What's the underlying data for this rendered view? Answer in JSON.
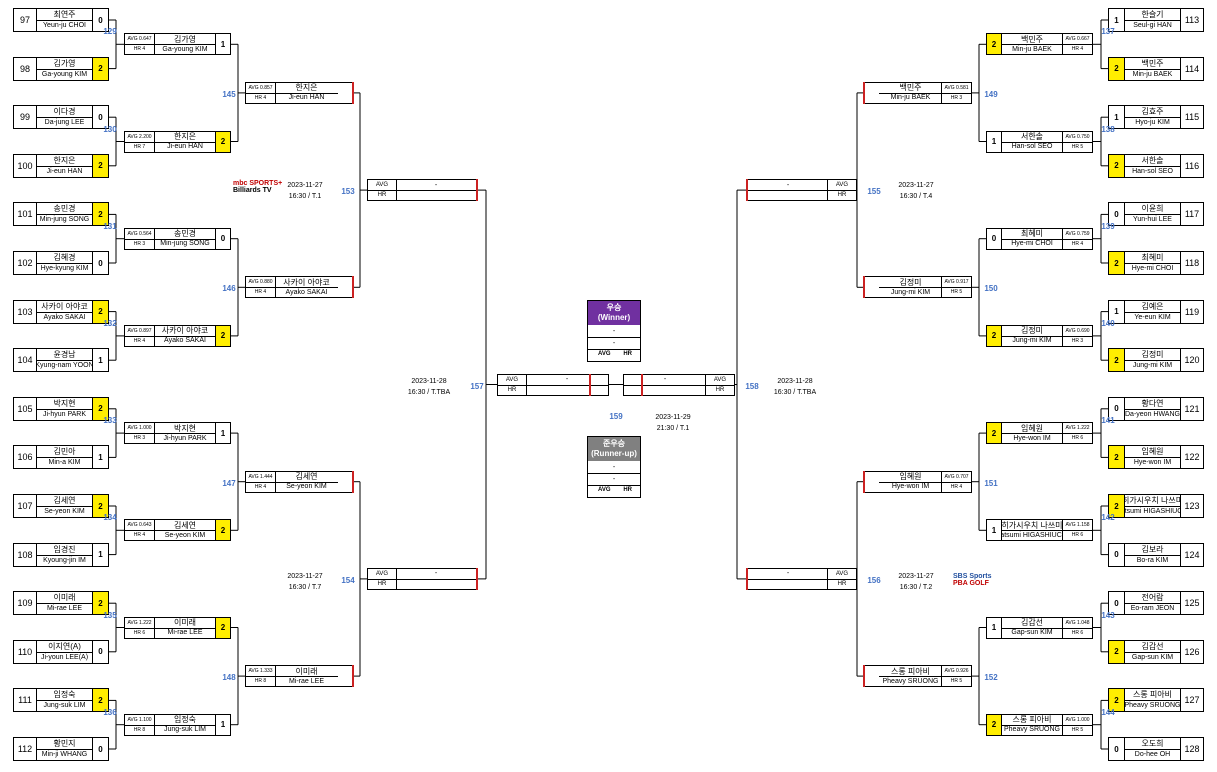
{
  "colors": {
    "win_highlight": "#ffee00",
    "match_number": "#4472c4",
    "winner_header": "#7030a0",
    "runner_up_header": "#808080",
    "advance_line": "#cc2222"
  },
  "stats": {
    "avg": "AVG",
    "hr": "HR",
    "dash": "-"
  },
  "players_left": [
    {
      "seed": "97",
      "kor": "최연주",
      "eng": "Yeun-ju CHOI",
      "score": "0",
      "win": false
    },
    {
      "seed": "98",
      "kor": "김가영",
      "eng": "Ga-young KIM",
      "score": "2",
      "win": true
    },
    {
      "seed": "99",
      "kor": "이다경",
      "eng": "Da-jung LEE",
      "score": "0",
      "win": false
    },
    {
      "seed": "100",
      "kor": "한지은",
      "eng": "Ji-eun HAN",
      "score": "2",
      "win": true
    },
    {
      "seed": "101",
      "kor": "송민경",
      "eng": "Min-jung SONG",
      "score": "2",
      "win": true
    },
    {
      "seed": "102",
      "kor": "김혜경",
      "eng": "Hye-kyung KIM",
      "score": "0",
      "win": false
    },
    {
      "seed": "103",
      "kor": "사카이 아야코",
      "eng": "Ayako SAKAI",
      "score": "2",
      "win": true
    },
    {
      "seed": "104",
      "kor": "윤경남",
      "eng": "Kyung-nam YOON",
      "score": "1",
      "win": false
    },
    {
      "seed": "105",
      "kor": "박지현",
      "eng": "Ji-hyun PARK",
      "score": "2",
      "win": true
    },
    {
      "seed": "106",
      "kor": "김민아",
      "eng": "Min-a KIM",
      "score": "1",
      "win": false
    },
    {
      "seed": "107",
      "kor": "김세연",
      "eng": "Se-yeon KIM",
      "score": "2",
      "win": true
    },
    {
      "seed": "108",
      "kor": "임경진",
      "eng": "Kyoung-jin IM",
      "score": "1",
      "win": false
    },
    {
      "seed": "109",
      "kor": "이미래",
      "eng": "Mi-rae LEE",
      "score": "2",
      "win": true
    },
    {
      "seed": "110",
      "kor": "이지연(A)",
      "eng": "Ji-youn LEE(A)",
      "score": "0",
      "win": false
    },
    {
      "seed": "111",
      "kor": "임정숙",
      "eng": "Jung-suk LIM",
      "score": "2",
      "win": true
    },
    {
      "seed": "112",
      "kor": "황민지",
      "eng": "Min-ji WHANG",
      "score": "0",
      "win": false
    }
  ],
  "players_right": [
    {
      "seed": "113",
      "kor": "한슬기",
      "eng": "Seul-gi HAN",
      "score": "1",
      "win": false
    },
    {
      "seed": "114",
      "kor": "백민주",
      "eng": "Min-ju BAEK",
      "score": "2",
      "win": true
    },
    {
      "seed": "115",
      "kor": "김효주",
      "eng": "Hyo-ju KIM",
      "score": "1",
      "win": false
    },
    {
      "seed": "116",
      "kor": "서한솔",
      "eng": "Han-sol SEO",
      "score": "2",
      "win": true
    },
    {
      "seed": "117",
      "kor": "이윤희",
      "eng": "Yun-hui LEE",
      "score": "0",
      "win": false
    },
    {
      "seed": "118",
      "kor": "최혜미",
      "eng": "Hye-mi CHOI",
      "score": "2",
      "win": true
    },
    {
      "seed": "119",
      "kor": "김예은",
      "eng": "Ye-eun KIM",
      "score": "1",
      "win": false
    },
    {
      "seed": "120",
      "kor": "김정미",
      "eng": "Jung-mi KIM",
      "score": "2",
      "win": true
    },
    {
      "seed": "121",
      "kor": "황다연",
      "eng": "Da-yeon HWANG",
      "score": "0",
      "win": false
    },
    {
      "seed": "122",
      "kor": "임혜원",
      "eng": "Hye-won IM",
      "score": "2",
      "win": true
    },
    {
      "seed": "123",
      "kor": "히가시우치 나쓰미",
      "eng": "Natsumi HIGASHIUCHI",
      "score": "2",
      "win": true
    },
    {
      "seed": "124",
      "kor": "김보라",
      "eng": "Bo-ra KIM",
      "score": "0",
      "win": false
    },
    {
      "seed": "125",
      "kor": "전어람",
      "eng": "Eo-ram JEON",
      "score": "0",
      "win": false
    },
    {
      "seed": "126",
      "kor": "김갑선",
      "eng": "Gap-sun KIM",
      "score": "2",
      "win": true
    },
    {
      "seed": "127",
      "kor": "스롱 피아비",
      "eng": "Pheavy SRUONG",
      "score": "2",
      "win": true
    },
    {
      "seed": "128",
      "kor": "오도희",
      "eng": "Do-hee OH",
      "score": "0",
      "win": false
    }
  ],
  "r1_left": [
    {
      "no": "129",
      "avg": "AVG 0.647",
      "hr": "HR 4",
      "kor": "김가영",
      "eng": "Ga-young KIM",
      "score": "1",
      "win": false
    },
    {
      "no": "130",
      "avg": "AVG 2.200",
      "hr": "HR 7",
      "kor": "한지은",
      "eng": "Ji-eun HAN",
      "score": "2",
      "win": true
    },
    {
      "no": "131",
      "avg": "AVG 0.564",
      "hr": "HR 3",
      "kor": "송민경",
      "eng": "Min-jung SONG",
      "score": "0",
      "win": false
    },
    {
      "no": "132",
      "avg": "AVG 0.897",
      "hr": "HR 4",
      "kor": "사카이 아야코",
      "eng": "Ayako SAKAI",
      "score": "2",
      "win": true
    },
    {
      "no": "133",
      "avg": "AVG 1.000",
      "hr": "HR 3",
      "kor": "박지현",
      "eng": "Ji-hyun PARK",
      "score": "1",
      "win": false
    },
    {
      "no": "134",
      "avg": "AVG 0.643",
      "hr": "HR 4",
      "kor": "김세연",
      "eng": "Se-yeon KIM",
      "score": "2",
      "win": true
    },
    {
      "no": "135",
      "avg": "AVG 1.222",
      "hr": "HR 6",
      "kor": "이미래",
      "eng": "Mi-rae LEE",
      "score": "2",
      "win": true
    },
    {
      "no": "136",
      "avg": "AVG 1.100",
      "hr": "HR 8",
      "kor": "임정숙",
      "eng": "Jung-suk LIM",
      "score": "1",
      "win": false
    }
  ],
  "r1_right": [
    {
      "no": "137",
      "avg": "AVG 0.667",
      "hr": "HR 4",
      "kor": "백민주",
      "eng": "Min-ju BAEK",
      "score": "2",
      "win": true
    },
    {
      "no": "138",
      "avg": "AVG 0.750",
      "hr": "HR 5",
      "kor": "서한솔",
      "eng": "Han-sol SEO",
      "score": "1",
      "win": false
    },
    {
      "no": "139",
      "avg": "AVG 0.759",
      "hr": "HR 4",
      "kor": "최혜미",
      "eng": "Hye-mi CHOI",
      "score": "0",
      "win": false
    },
    {
      "no": "140",
      "avg": "AVG 0.690",
      "hr": "HR 3",
      "kor": "김정미",
      "eng": "Jung-mi KIM",
      "score": "2",
      "win": true
    },
    {
      "no": "141",
      "avg": "AVG 1.222",
      "hr": "HR 6",
      "kor": "임혜원",
      "eng": "Hye-won IM",
      "score": "2",
      "win": true
    },
    {
      "no": "142",
      "avg": "AVG 1.158",
      "hr": "HR 6",
      "kor": "히가시우치 나쓰미",
      "eng": "Natsumi HIGASHIUCHI",
      "score": "1",
      "win": false
    },
    {
      "no": "143",
      "avg": "AVG 1.048",
      "hr": "HR 6",
      "kor": "김갑선",
      "eng": "Gap-sun KIM",
      "score": "1",
      "win": false
    },
    {
      "no": "144",
      "avg": "AVG 1.000",
      "hr": "HR 5",
      "kor": "스롱 피아비",
      "eng": "Pheavy SRUONG",
      "score": "2",
      "win": true
    }
  ],
  "r2_left": [
    {
      "no": "145",
      "avg": "AVG 0.857",
      "hr": "HR 4",
      "kor": "한지은",
      "eng": "Ji-eun HAN"
    },
    {
      "no": "146",
      "avg": "AVG 0.880",
      "hr": "HR 4",
      "kor": "사카이 아야코",
      "eng": "Ayako SAKAI"
    },
    {
      "no": "147",
      "avg": "AVG 1.444",
      "hr": "HR 4",
      "kor": "김세연",
      "eng": "Se-yeon KIM"
    },
    {
      "no": "148",
      "avg": "AVG 1.333",
      "hr": "HR 8",
      "kor": "이미래",
      "eng": "Mi-rae LEE"
    }
  ],
  "r2_right": [
    {
      "no": "149",
      "avg": "AVG 0.581",
      "hr": "HR 3",
      "kor": "백민주",
      "eng": "Min-ju BAEK"
    },
    {
      "no": "150",
      "avg": "AVG 0.917",
      "hr": "HR 5",
      "kor": "김정미",
      "eng": "Jung-mi KIM"
    },
    {
      "no": "151",
      "avg": "AVG 0.707",
      "hr": "HR 4",
      "kor": "임혜원",
      "eng": "Hye-won IM"
    },
    {
      "no": "152",
      "avg": "AVG 0.926",
      "hr": "HR 5",
      "kor": "스롱 피아비",
      "eng": "Pheavy SRUONG"
    }
  ],
  "r3": {
    "m153": "153",
    "m154": "154",
    "m155": "155",
    "m156": "156",
    "m157": "157",
    "m158": "158",
    "m159": "159"
  },
  "schedule": {
    "s153": {
      "date": "2023-11-27",
      "time": "16:30 / T.1"
    },
    "s154": {
      "date": "2023-11-27",
      "time": "16:30 / T.7"
    },
    "s155": {
      "date": "2023-11-27",
      "time": "16:30 / T.4"
    },
    "s156": {
      "date": "2023-11-27",
      "time": "16:30 / T.2"
    },
    "s157": {
      "date": "2023-11-28",
      "time": "16:30 / T.TBA"
    },
    "s158": {
      "date": "2023-11-28",
      "time": "16:30 / T.TBA"
    },
    "s159": {
      "date": "2023-11-29",
      "time": "21:30 / T.1"
    }
  },
  "final": {
    "winner_kor": "우승",
    "winner_eng": "(Winner)",
    "runner_kor": "준우승",
    "runner_eng": "(Runner-up)"
  },
  "logos": {
    "left_top": "mbc SPORTS+",
    "left_bottom": "Billiards TV",
    "right_top": "SBS Sports",
    "right_bottom": "PBA GOLF"
  }
}
